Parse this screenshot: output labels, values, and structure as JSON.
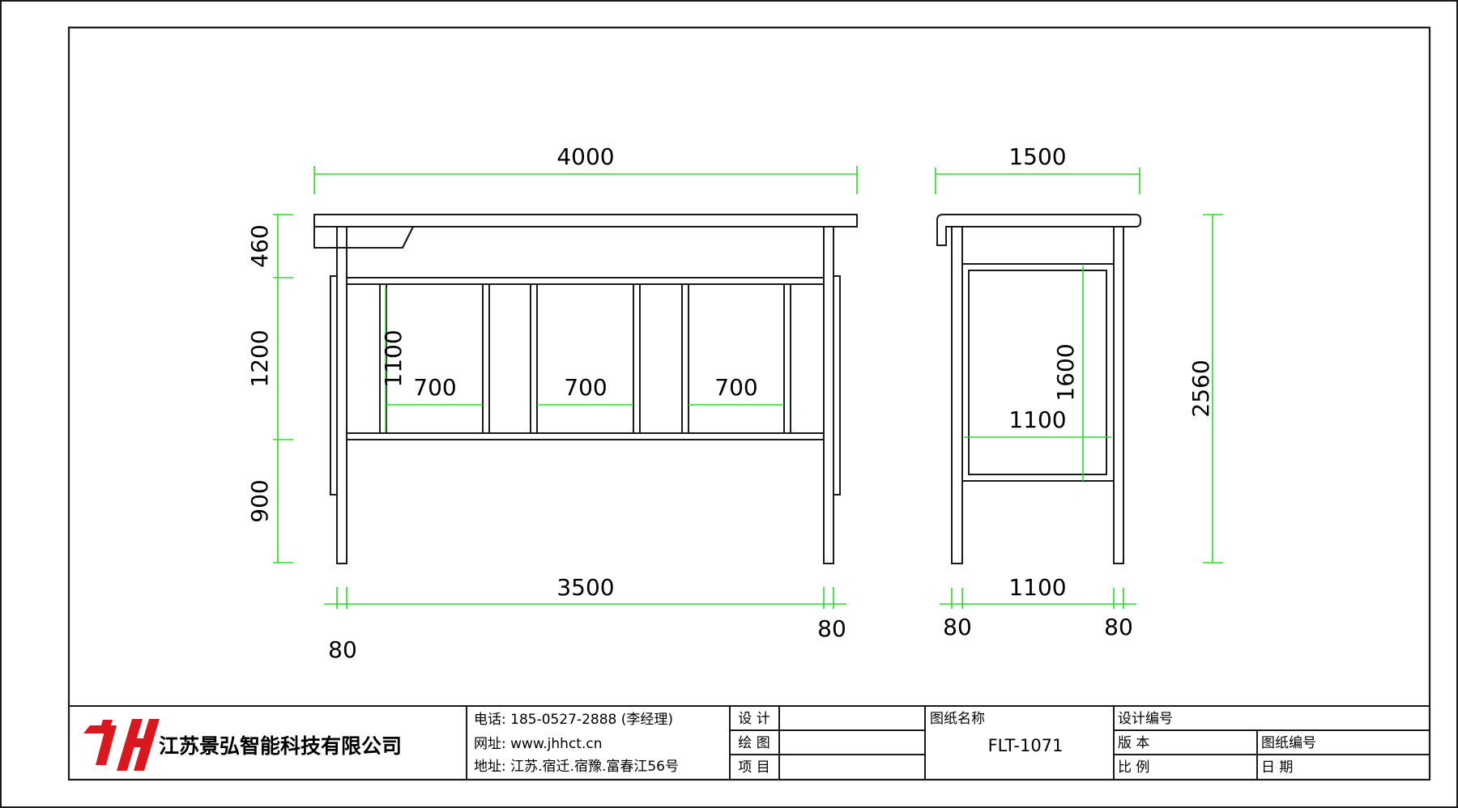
{
  "front_view": {
    "overall_width": "4000",
    "clear_span": "3500",
    "leg_left": "80",
    "leg_right": "80",
    "height_top": "460",
    "height_middle": "1200",
    "height_bottom": "900",
    "bay_height": "1100",
    "bay_widths": [
      "700",
      "700",
      "700"
    ]
  },
  "side_view": {
    "overall_width": "1500",
    "total_height": "2560",
    "panel_height": "1600",
    "panel_width": "1100",
    "clear_span": "1100",
    "leg_left": "80",
    "leg_right": "80"
  },
  "title_block": {
    "company_name": "江苏景弘智能科技有限公司",
    "phone": "电话: 185-0527-2888 (李经理)",
    "website": "网址: www.jhhct.cn",
    "address": "地址: 江苏.宿迁.宿豫.富春江56号",
    "design_label": "设 计",
    "drawing_label": "绘 图",
    "project_label": "项 目",
    "drawing_name_label": "图纸名称",
    "drawing_name": "FLT-1071",
    "design_number_label": "设计编号",
    "version_label": "版 本",
    "drawing_number_label": "图纸编号",
    "scale_label": "比 例",
    "date_label": "日 期"
  },
  "colors": {
    "dimension": "#22dd22",
    "outline": "#1a1a1a",
    "logo": "#d7191f"
  }
}
